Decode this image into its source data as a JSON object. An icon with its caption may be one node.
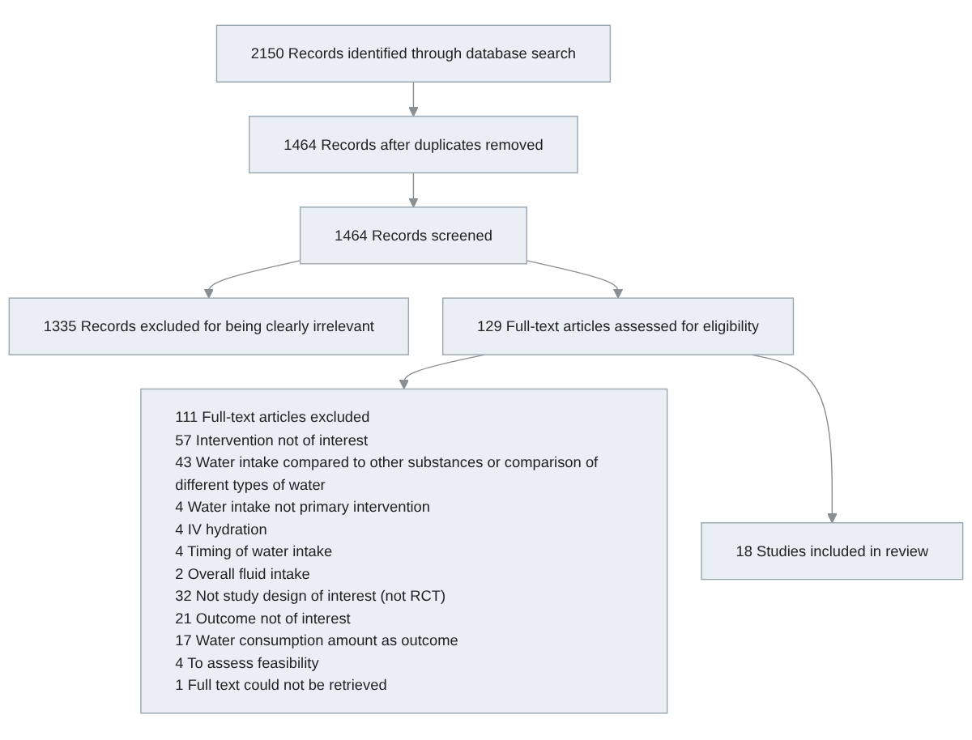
{
  "diagram": {
    "nodes": [
      {
        "text": [
          "2150 Records identified through database search"
        ]
      },
      {
        "text": [
          "1464 Records after duplicates removed"
        ]
      },
      {
        "text": [
          "1464 Records screened"
        ]
      },
      {
        "text": [
          "1335 Records excluded for being clearly irrelevant"
        ]
      },
      {
        "text": [
          "129 Full-text articles assessed for eligibility"
        ]
      },
      {
        "text": [
          "111 Full-text articles excluded",
          "57 Intervention not of interest",
          "43 Water intake compared to other substances or comparison of different types of water",
          "4 Water intake not primary intervention",
          "4 IV hydration",
          "4 Timing of water intake",
          "2 Overall fluid intake",
          "32 Not study design of interest (not RCT)",
          "21 Outcome not of interest",
          "17 Water consumption amount as outcome",
          "4 To assess feasibility",
          "1 Full text could not be retrieved"
        ]
      },
      {
        "text": [
          "18 Studies included in review"
        ]
      }
    ],
    "edges": [
      {
        "from": 0,
        "to": 1,
        "arrow": "to"
      },
      {
        "from": 1,
        "to": 2,
        "arrow": "to"
      },
      {
        "from": 2,
        "to": 3,
        "arrow": "to"
      },
      {
        "from": 2,
        "to": 4,
        "arrow": "to"
      },
      {
        "from": 4,
        "to": 5,
        "arrow": "to"
      },
      {
        "from": 4,
        "to": 6,
        "arrow": "to"
      }
    ]
  }
}
